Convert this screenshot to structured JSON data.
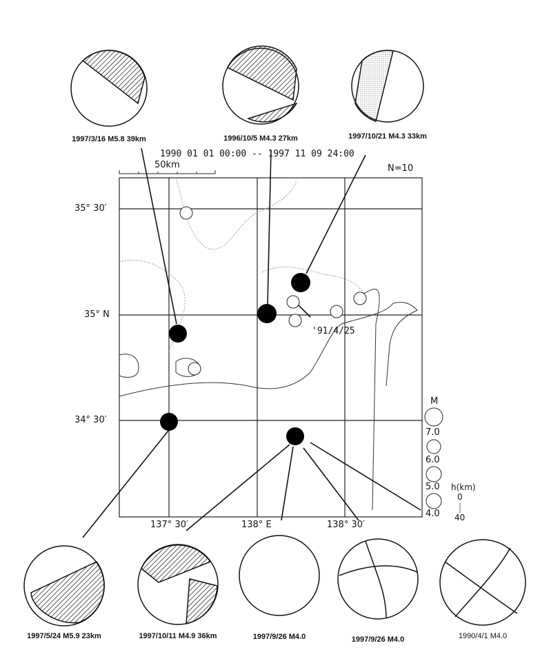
{
  "header": {
    "time_range": "1990 01 01 00:00  --  1997 11 09 24:00",
    "scale_label": "50km",
    "count": "N=10"
  },
  "lat_labels": [
    "35° 30′",
    "35° N",
    "34° 30′"
  ],
  "lon_labels": [
    "137° 30′",
    "138° E",
    "138° 30′"
  ],
  "annotation": "'91/4/25",
  "legend": {
    "title": "M",
    "magnitudes": [
      "7.0",
      "6.0",
      "5.0",
      "4.0"
    ],
    "depth_title": "h(km)",
    "depth_min": "0",
    "depth_max": "40"
  },
  "mechanisms_top": [
    {
      "label": "1997/3/16 M5.8 39km"
    },
    {
      "label": "1996/10/5 M4.3 27km"
    },
    {
      "label": "1997/10/21 M4.3 33km"
    }
  ],
  "mechanisms_bottom": [
    {
      "label": "1997/5/24 M5.9 23km"
    },
    {
      "label": "1997/10/11 M4.9 36km"
    },
    {
      "label": "1997/9/26 M4.0"
    },
    {
      "label": "1997/9/26 M4.0"
    },
    {
      "label": "1990/4/1 M4.0"
    }
  ]
}
